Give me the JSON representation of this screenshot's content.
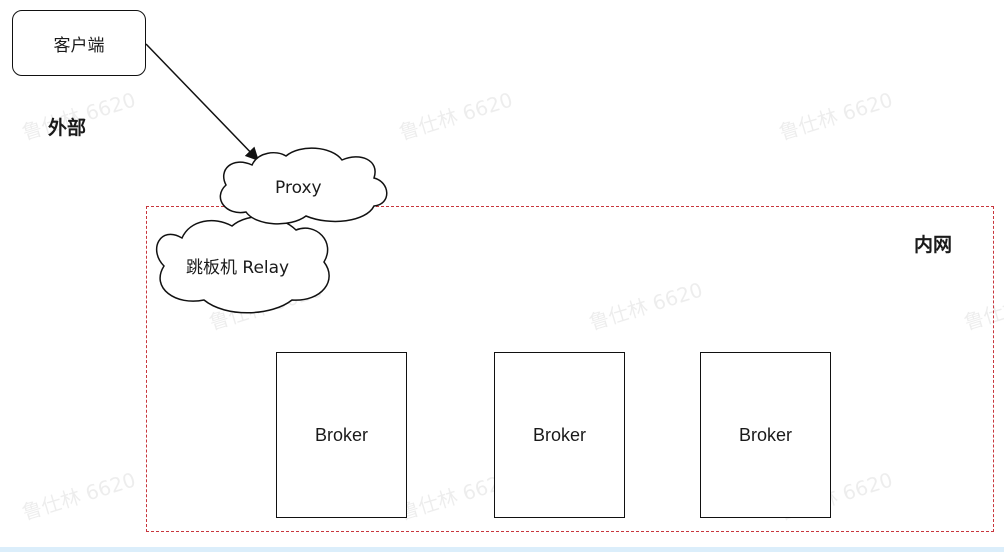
{
  "diagram": {
    "client_label": "客户端",
    "external_label": "外部",
    "proxy_label": "Proxy",
    "relay_label": "跳板机 Relay",
    "internal_label": "内网",
    "brokers": [
      "Broker",
      "Broker",
      "Broker"
    ]
  },
  "watermark": "鲁仕林 6620",
  "colors": {
    "zone_border": "#c8363d",
    "stroke": "#111111"
  }
}
